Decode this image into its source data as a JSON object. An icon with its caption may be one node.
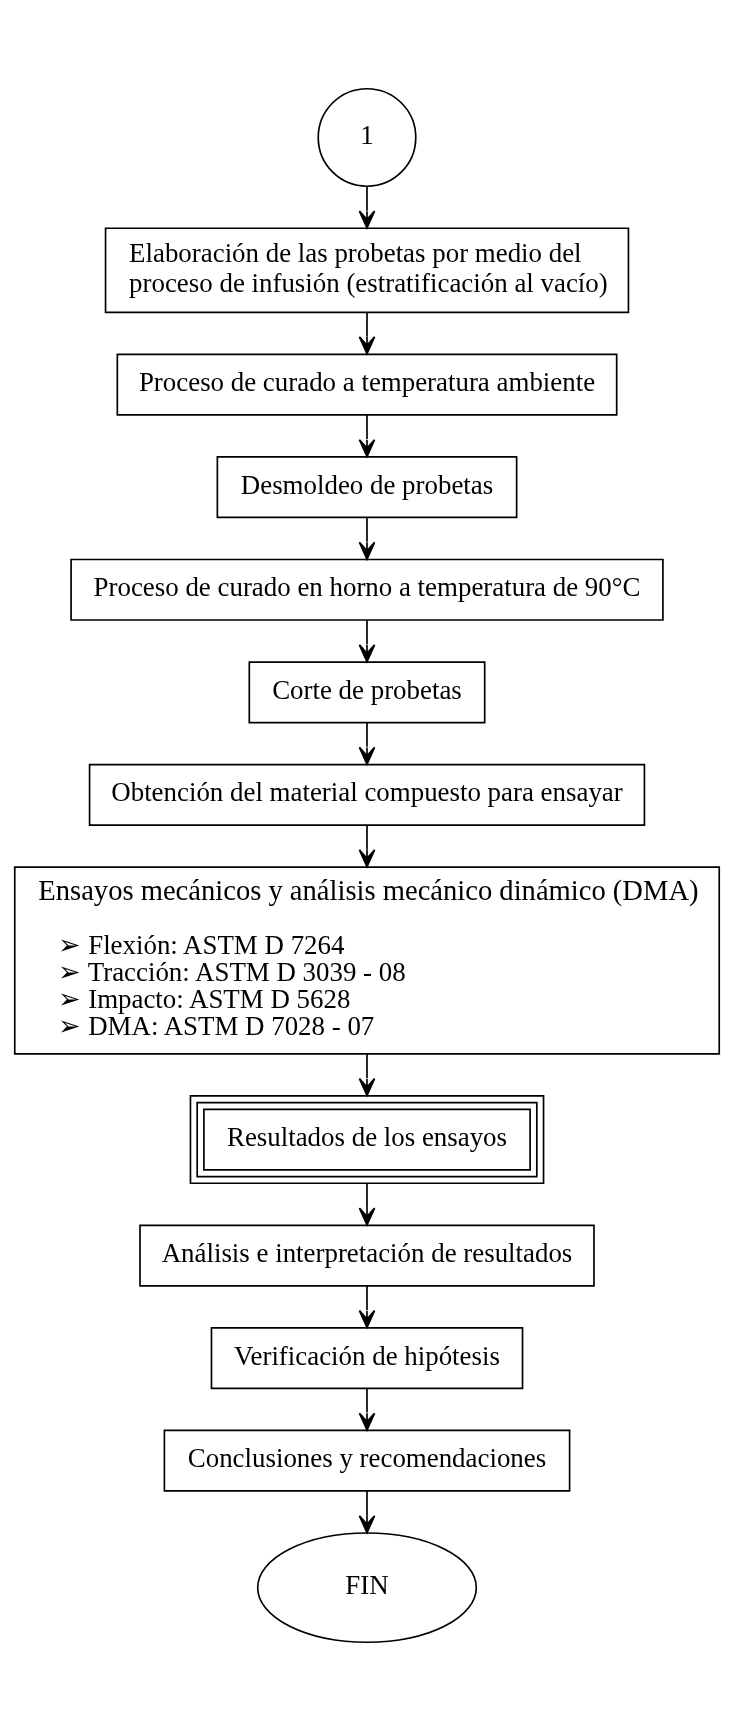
{
  "diagram": {
    "nodes": [
      {
        "text": [
          "1"
        ]
      },
      {
        "text": [
          "Elaboración de las probetas por medio del proceso de infusión (estratificación al vacío)"
        ]
      },
      {
        "text": [
          "Proceso de curado a temperatura ambiente"
        ]
      },
      {
        "text": [
          "Desmoldeo de probetas"
        ]
      },
      {
        "text": [
          "Proceso de curado en horno a temperatura de 90°C"
        ]
      },
      {
        "text": [
          "Corte de probetas"
        ]
      },
      {
        "text": [
          "Obtención del material compuesto para ensayar"
        ]
      },
      {
        "text": [
          "Ensayos mecánicos y análisis mecánico dinámico (DMA)",
          "➢ Flexión: ASTM D 7264",
          "➢ Tracción: ASTM D 3039 ‑ 08",
          "➢ Impacto: ASTM D 5628",
          "➢ DMA: ASTM D 7028 - 07"
        ]
      },
      {
        "text": [
          "Resultados de los ensayos"
        ]
      },
      {
        "text": [
          "Análisis e interpretación de resultados"
        ]
      },
      {
        "text": [
          "Verificación de hipótesis"
        ]
      },
      {
        "text": [
          "Conclusiones y recomendaciones"
        ]
      },
      {
        "text": [
          "FIN"
        ]
      }
    ],
    "edges": [
      {
        "from": 0,
        "to": 1,
        "arrow": "to"
      },
      {
        "from": 1,
        "to": 2,
        "arrow": "to"
      },
      {
        "from": 2,
        "to": 3,
        "arrow": "to"
      },
      {
        "from": 3,
        "to": 4,
        "arrow": "to"
      },
      {
        "from": 4,
        "to": 5,
        "arrow": "to"
      },
      {
        "from": 5,
        "to": 6,
        "arrow": "to"
      },
      {
        "from": 6,
        "to": 7,
        "arrow": "to"
      },
      {
        "from": 7,
        "to": 8,
        "arrow": "to"
      },
      {
        "from": 8,
        "to": 9,
        "arrow": "to"
      },
      {
        "from": 9,
        "to": 10,
        "arrow": "to"
      },
      {
        "from": 10,
        "to": 11,
        "arrow": "to"
      },
      {
        "from": 11,
        "to": 12,
        "arrow": "to"
      }
    ]
  }
}
